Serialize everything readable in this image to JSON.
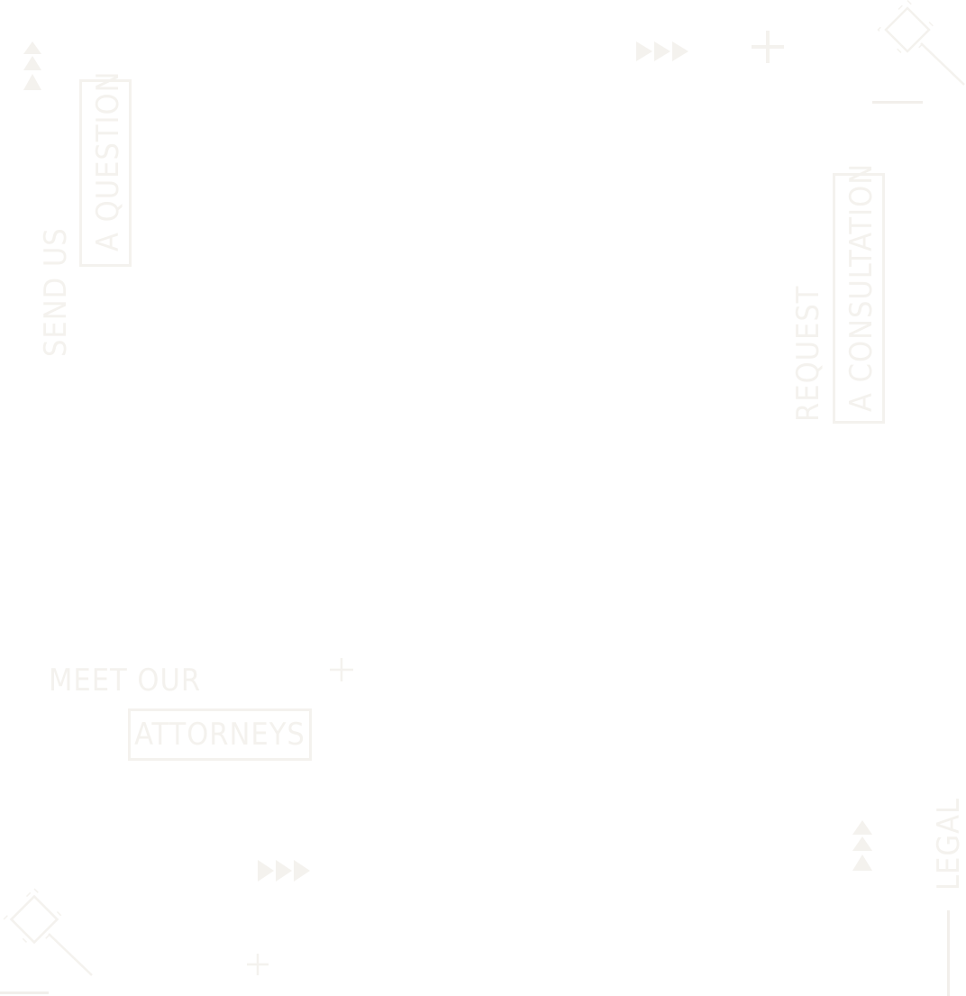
{
  "links": {
    "send_question": {
      "line1": "SEND US",
      "line2": "A QUESTION"
    },
    "request_consultation": {
      "line1": "REQUEST",
      "line2": "A CONSULTATION"
    },
    "meet_attorneys": {
      "line1": "MEET OUR",
      "line2": "ATTORNEYS"
    },
    "legal": {
      "label": "LEGAL"
    }
  },
  "colors": {
    "background": "#ffffff",
    "decoration": "#f4f2ee"
  },
  "icons": [
    "gavel-icon",
    "triple-arrow-right-icon",
    "triple-arrow-up-icon",
    "plus-icon"
  ]
}
